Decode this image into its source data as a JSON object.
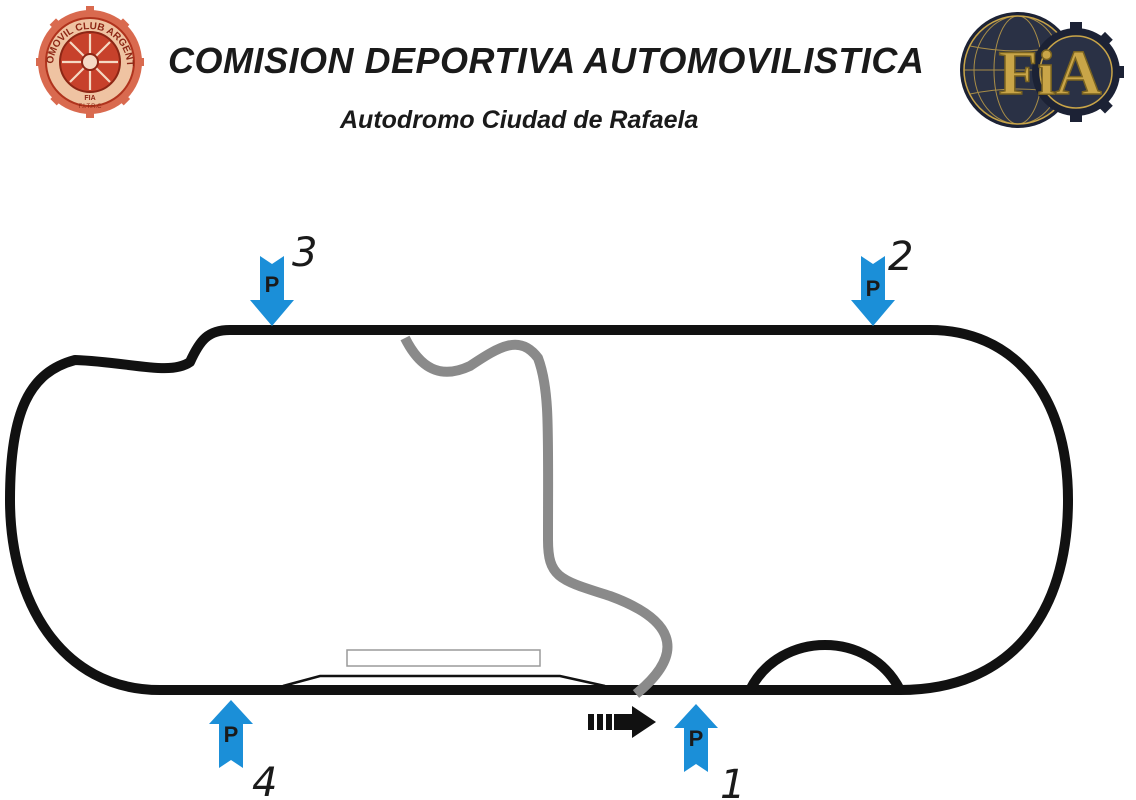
{
  "header": {
    "title": "COMISION DEPORTIVA AUTOMOVILISTICA",
    "subtitle": "Autodromo Ciudad de Rafaela"
  },
  "logos": {
    "left": {
      "icon": "automovil-club-argentino-seal",
      "ring_text": "AUTOMOVIL CLUB ARGENTINO",
      "bottom_text": "FIA",
      "bottom_text2": "F.I.T.R.C"
    },
    "right": {
      "icon": "fia-globe-logo",
      "letters": "FiA"
    }
  },
  "map": {
    "parking_letter": "P",
    "markers": [
      {
        "number": "1",
        "direction": "up"
      },
      {
        "number": "2",
        "direction": "down"
      },
      {
        "number": "3",
        "direction": "down"
      },
      {
        "number": "4",
        "direction": "up"
      }
    ],
    "direction_arrow": "direction-of-travel-arrow"
  },
  "colors": {
    "track": "#111111",
    "inner_road": "#8a8a8a",
    "parking_marker": "#1b8fd8",
    "aca_red": "#c7412b",
    "aca_ring": "#e8b58e",
    "fia_gold": "#c9a548",
    "fia_dark": "#1c2235"
  }
}
